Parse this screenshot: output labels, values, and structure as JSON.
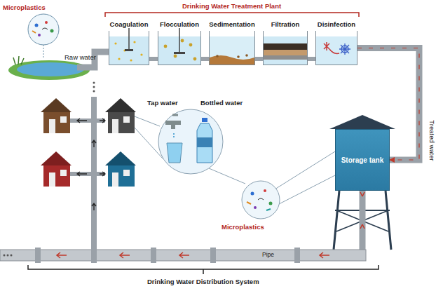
{
  "diagram": {
    "nodes": [
      {
        "text": [
          "Coagulation"
        ]
      },
      {
        "text": [
          "Flocculation"
        ]
      },
      {
        "text": [
          "Sedimentation"
        ]
      },
      {
        "text": [
          "Filtration"
        ]
      },
      {
        "text": [
          "Disinfection"
        ]
      },
      {
        "text": [
          "Storage tank"
        ]
      }
    ],
    "edges": [
      {
        "from": 4,
        "to": 5,
        "arrow": "to"
      }
    ],
    "labels": [
      "Drinking Water Treatment Plant",
      "Microplastics",
      "Raw water",
      "Tap water",
      "Bottled water",
      "Treated water",
      "Microplastics",
      "Pipe",
      "Drinking Water Distribution System"
    ]
  }
}
